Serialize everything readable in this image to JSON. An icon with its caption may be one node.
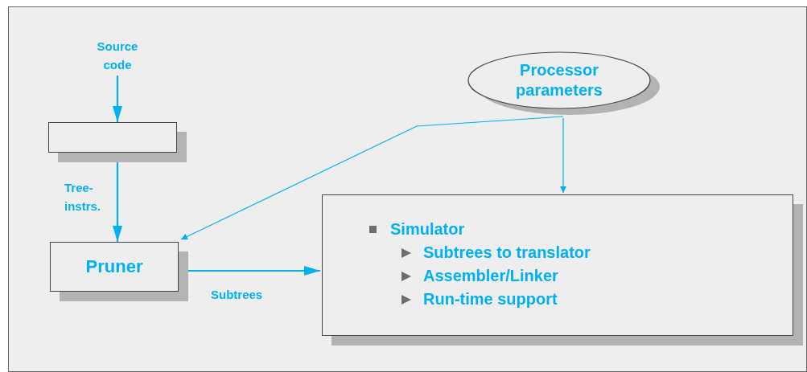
{
  "diagram": {
    "nodes": [
      {
        "text": [
          "Source code"
        ]
      },
      {
        "text": [],
        "shape": "box"
      },
      {
        "text": [
          "Pruner"
        ]
      },
      {
        "text": [
          "Processor parameters"
        ]
      },
      {
        "text": [
          "Simulator",
          "Subtrees to translator",
          "Assembler/Linker",
          "Run-time support"
        ]
      }
    ],
    "edges": [
      {
        "from": 0,
        "to": 1,
        "arrow": "to"
      },
      {
        "from": 1,
        "to": 2,
        "arrow": "to",
        "label": "Tree- instrs."
      },
      {
        "from": 3,
        "to": 2,
        "arrow": "to"
      },
      {
        "from": 3,
        "to": 4,
        "arrow": "to"
      },
      {
        "from": 2,
        "to": 4,
        "arrow": "to",
        "label": "Subtrees"
      }
    ]
  }
}
